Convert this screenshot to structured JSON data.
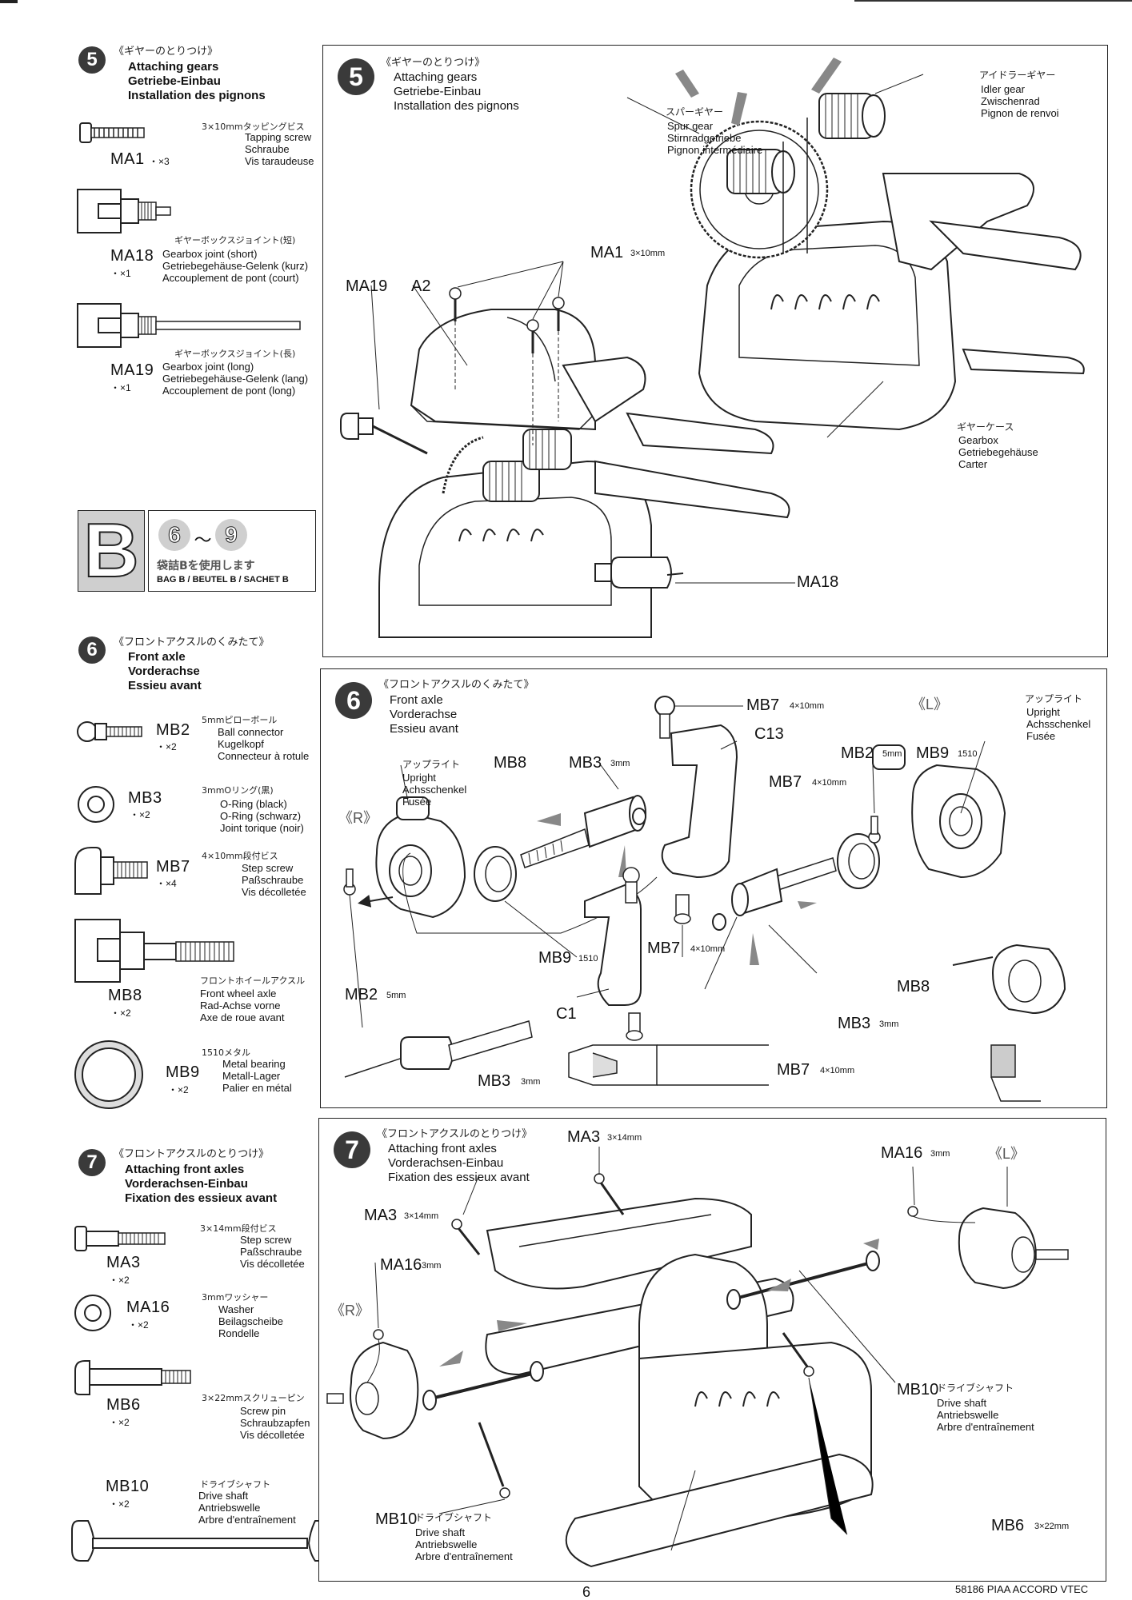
{
  "sidebar": {
    "step5": {
      "num": "5",
      "jp": "《ギヤーのとりつけ》",
      "en": "Attaching gears",
      "de": "Getriebe-Einbau",
      "fr": "Installation des pignons",
      "parts": [
        {
          "code": "MA1",
          "qty": "・×3",
          "jp": "3×10mmタッピングビス",
          "lines": [
            "Tapping screw",
            "Schraube",
            "Vis taraudeuse"
          ]
        },
        {
          "code": "MA18",
          "qty": "・×1",
          "jp": "ギヤーボックスジョイント(短)",
          "lines": [
            "Gearbox joint (short)",
            "Getriebegehäuse-Gelenk (kurz)",
            "Accouplement de pont (court)"
          ]
        },
        {
          "code": "MA19",
          "qty": "・×1",
          "jp": "ギヤーボックスジョイント(長)",
          "lines": [
            "Gearbox joint (long)",
            "Getriebegehäuse-Gelenk (lang)",
            "Accouplement de pont (long)"
          ]
        }
      ]
    },
    "bag": {
      "letter": "B",
      "range_a": "6",
      "range_sep": "〜",
      "range_b": "9",
      "jp": "袋詰Bを使用します",
      "en": "BAG B / BEUTEL B / SACHET B"
    },
    "step6": {
      "num": "6",
      "jp": "《フロントアクスルのくみたて》",
      "en": "Front axle",
      "de": "Vorderachse",
      "fr": "Essieu avant",
      "parts": [
        {
          "code": "MB2",
          "qty": "・×2",
          "jp": "5mmピローボール",
          "lines": [
            "Ball connector",
            "Kugelkopf",
            "Connecteur à rotule"
          ]
        },
        {
          "code": "MB3",
          "qty": "・×2",
          "jp": "3mmOリング(黒)",
          "lines": [
            "O-Ring (black)",
            "O-Ring (schwarz)",
            "Joint torique (noir)"
          ]
        },
        {
          "code": "MB7",
          "qty": "・×4",
          "jp": "4×10mm段付ビス",
          "lines": [
            "Step screw",
            "Paßschraube",
            "Vis décolletée"
          ]
        },
        {
          "code": "MB8",
          "qty": "・×2",
          "jp": "フロントホイールアクスル",
          "lines": [
            "Front wheel axle",
            "Rad-Achse vorne",
            "Axe de roue avant"
          ]
        },
        {
          "code": "MB9",
          "qty": "・×2",
          "jp": "1510メタル",
          "lines": [
            "Metal bearing",
            "Metall-Lager",
            "Palier en métal"
          ]
        }
      ]
    },
    "step7": {
      "num": "7",
      "jp": "《フロントアクスルのとりつけ》",
      "en": "Attaching front axles",
      "de": "Vorderachsen-Einbau",
      "fr": "Fixation des essieux avant",
      "parts": [
        {
          "code": "MA3",
          "qty": "・×2",
          "jp": "3×14mm段付ビス",
          "lines": [
            "Step screw",
            "Paßschraube",
            "Vis décolletée"
          ]
        },
        {
          "code": "MA16",
          "qty": "・×2",
          "jp": "3mmワッシャー",
          "lines": [
            "Washer",
            "Beilagscheibe",
            "Rondelle"
          ]
        },
        {
          "code": "MB6",
          "qty": "・×2",
          "jp": "3×22mmスクリューピン",
          "lines": [
            "Screw pin",
            "Schraubzapfen",
            "Vis décolletée"
          ]
        },
        {
          "code": "MB10",
          "qty": "・×2",
          "jp": "ドライブシャフト",
          "lines": [
            "Drive shaft",
            "Antriebswelle",
            "Arbre d'entraînement"
          ]
        }
      ]
    }
  },
  "panel5": {
    "num": "5",
    "jp": "《ギヤーのとりつけ》",
    "en": "Attaching gears",
    "de": "Getriebe-Einbau",
    "fr": "Installation des pignons",
    "idler": {
      "jp": "アイドラーギヤー",
      "lines": [
        "Idler gear",
        "Zwischenrad",
        "Pignon de renvoi"
      ]
    },
    "spur": {
      "jp": "スパーギヤー",
      "lines": [
        "Spur gear",
        "Stirnradgetriebe",
        "Pignon intermédiaire"
      ]
    },
    "gearbox": {
      "jp": "ギヤーケース",
      "lines": [
        "Gearbox",
        "Getriebegehäuse",
        "Carter"
      ]
    },
    "ma1": "MA1",
    "ma1_spec": "3×10mm",
    "ma19": "MA19",
    "a2": "A2",
    "ma18": "MA18"
  },
  "panel6": {
    "num": "6",
    "jp": "《フロントアクスルのくみたて》",
    "en": "Front axle",
    "de": "Vorderachse",
    "fr": "Essieu avant",
    "left": "《L》",
    "right": "《R》",
    "upright_r": {
      "jp": "アップライト",
      "lines": [
        "Upright",
        "Achsschenkel",
        "Fusée"
      ]
    },
    "upright_l": {
      "jp": "アップライト",
      "lines": [
        "Upright",
        "Achsschenkel",
        "Fusée"
      ]
    },
    "mb7": "MB7",
    "mb7_spec": "4×10mm",
    "c13": "C13",
    "mb8": "MB8",
    "mb3": "MB3",
    "mb3_spec": "3mm",
    "mb2": "MB2",
    "mb2_spec": "5mm",
    "mb9": "MB9",
    "mb9_spec": "1510",
    "c1": "C1"
  },
  "panel7": {
    "num": "7",
    "jp": "《フロントアクスルのとりつけ》",
    "en": "Attaching front axles",
    "de": "Vorderachsen-Einbau",
    "fr": "Fixation des essieux avant",
    "left": "《L》",
    "right": "《R》",
    "ma3": "MA3",
    "ma3_spec": "3×14mm",
    "ma16": "MA16",
    "ma16_spec": "3mm",
    "mb10": "MB10",
    "mb10_jp": "ドライブシャフト",
    "mb10_lines": [
      "Drive shaft",
      "Antriebswelle",
      "Arbre d'entraînement"
    ],
    "mb6": "MB6",
    "mb6_spec": "3×22mm"
  },
  "footer": {
    "page": "6",
    "model": "58186 PIAA ACCORD VTEC"
  }
}
